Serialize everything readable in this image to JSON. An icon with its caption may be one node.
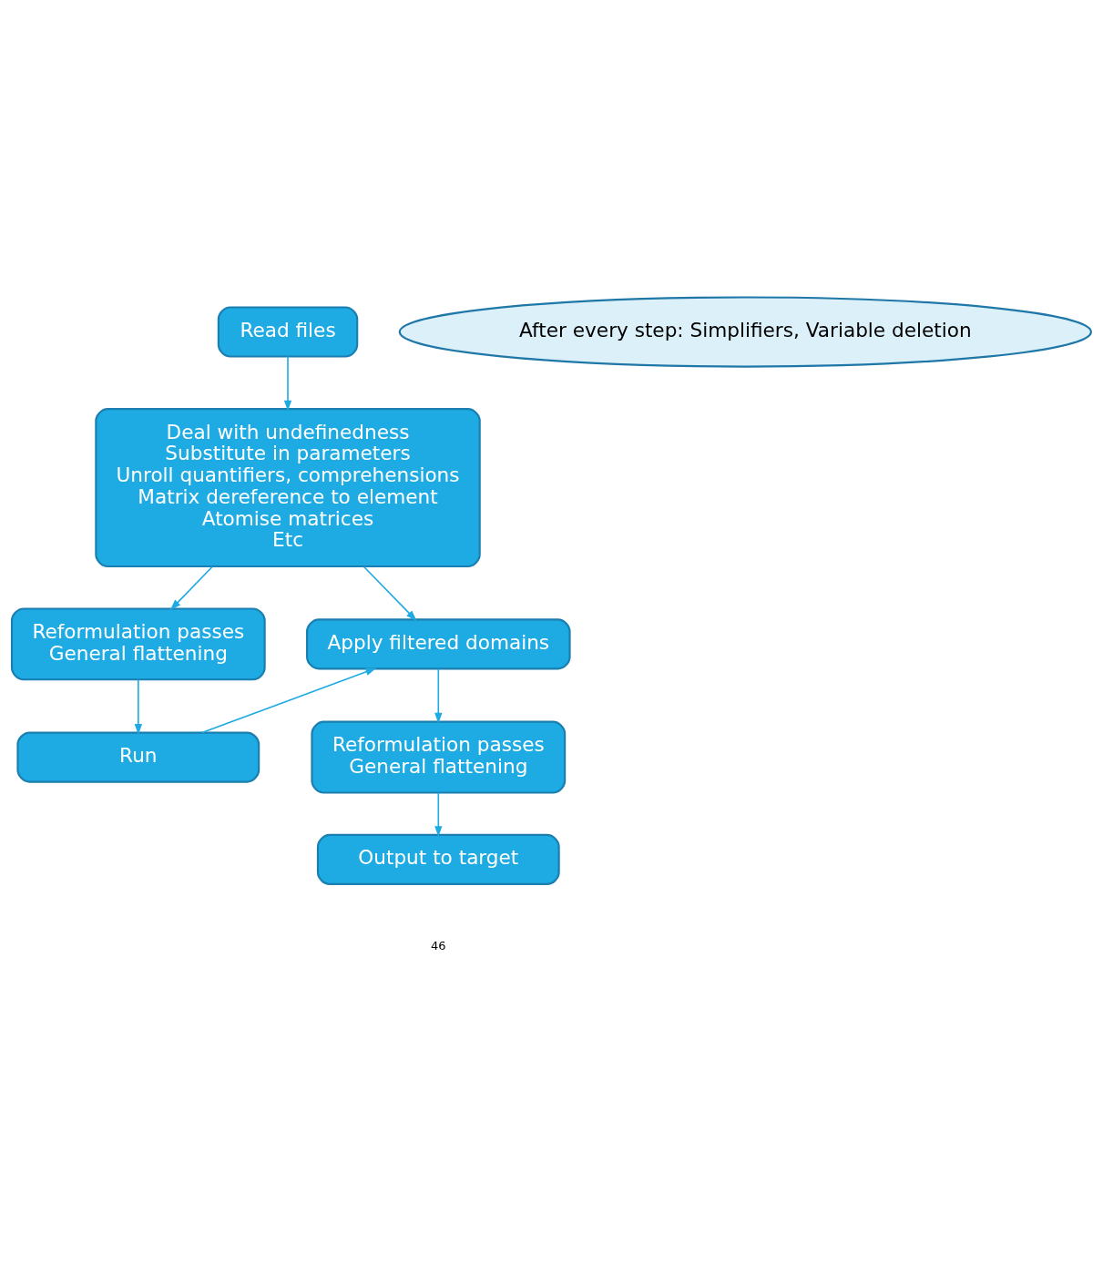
{
  "diagram": {
    "nodes": [
      {
        "text": [
          "Read files"
        ]
      },
      {
        "text": [
          "Deal with undefinedness",
          "Substitute in parameters",
          "Unroll quantifiers, comprehensions",
          "Matrix dereference to element",
          "Atomise matrices",
          "Etc"
        ]
      },
      {
        "text": [
          "Reformulation passes",
          "General flattening"
        ]
      },
      {
        "text": [
          "Run"
        ]
      },
      {
        "text": [
          "Apply filtered domains"
        ]
      },
      {
        "text": [
          "Reformulation passes",
          "General flattening"
        ]
      },
      {
        "text": [
          "Output to target"
        ]
      },
      {
        "text": [
          "After every step: Simplifiers, Variable deletion"
        ]
      }
    ],
    "edges": [
      {
        "from": 0,
        "to": 1,
        "arrow": "to"
      },
      {
        "from": 1,
        "to": 2,
        "arrow": "to"
      },
      {
        "from": 1,
        "to": 4,
        "arrow": "to"
      },
      {
        "from": 2,
        "to": 3,
        "arrow": "to"
      },
      {
        "from": 3,
        "to": 4,
        "arrow": "to"
      },
      {
        "from": 4,
        "to": 5,
        "arrow": "to"
      },
      {
        "from": 5,
        "to": 6,
        "arrow": "to"
      }
    ],
    "labels": [
      "46"
    ]
  }
}
